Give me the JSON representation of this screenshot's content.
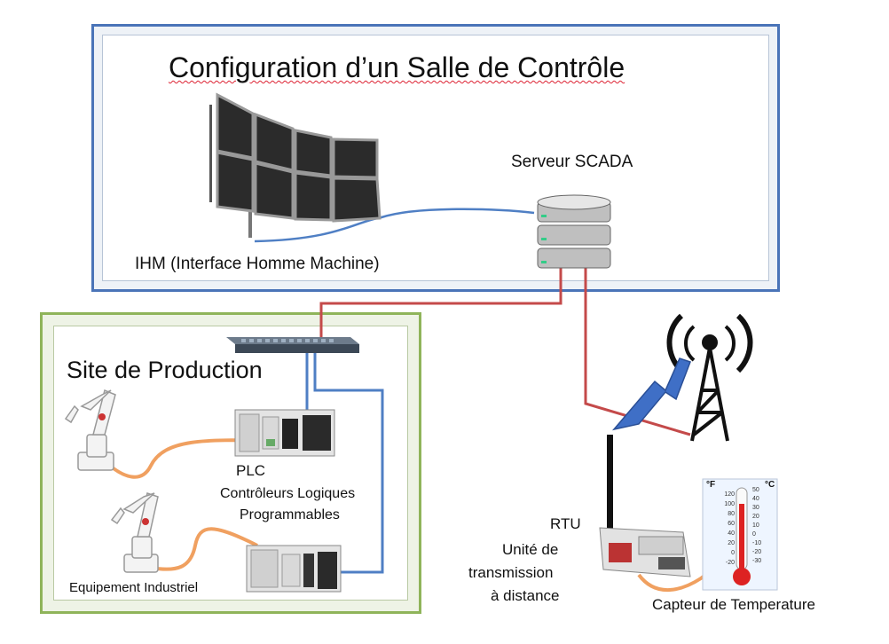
{
  "control_room": {
    "title": "Configuration d’un Salle de Contrôle",
    "scada_label": "Serveur SCADA",
    "hmi_label": "IHM (Interface Homme Machine)"
  },
  "production": {
    "title": "Site de Production",
    "plc_label": "PLC",
    "plc_desc_line1": "Contrôleurs Logiques",
    "plc_desc_line2": "Programmables",
    "equipment_label": "Equipement Industriel"
  },
  "remote": {
    "rtu_label": "RTU",
    "rtu_desc_line1": "Unité de",
    "rtu_desc_line2": "transmission",
    "rtu_desc_line3": "à distance",
    "sensor_label": "Capteur de Temperature"
  },
  "thermometer": {
    "unit_f": "°F",
    "unit_c": "°C",
    "f_ticks": [
      "120",
      "100",
      "80",
      "60",
      "40",
      "20",
      "0",
      "-20"
    ],
    "c_ticks": [
      "50",
      "40",
      "30",
      "20",
      "10",
      "0",
      "-10",
      "-20",
      "-30"
    ]
  },
  "colors": {
    "control_border": "#4a74b8",
    "production_border": "#8fb45a",
    "ethernet_cable": "#4f7fc4",
    "serial_cable": "#c44a4a",
    "sensor_cable": "#f0a060",
    "radio_bolt": "#3f6fc6"
  }
}
